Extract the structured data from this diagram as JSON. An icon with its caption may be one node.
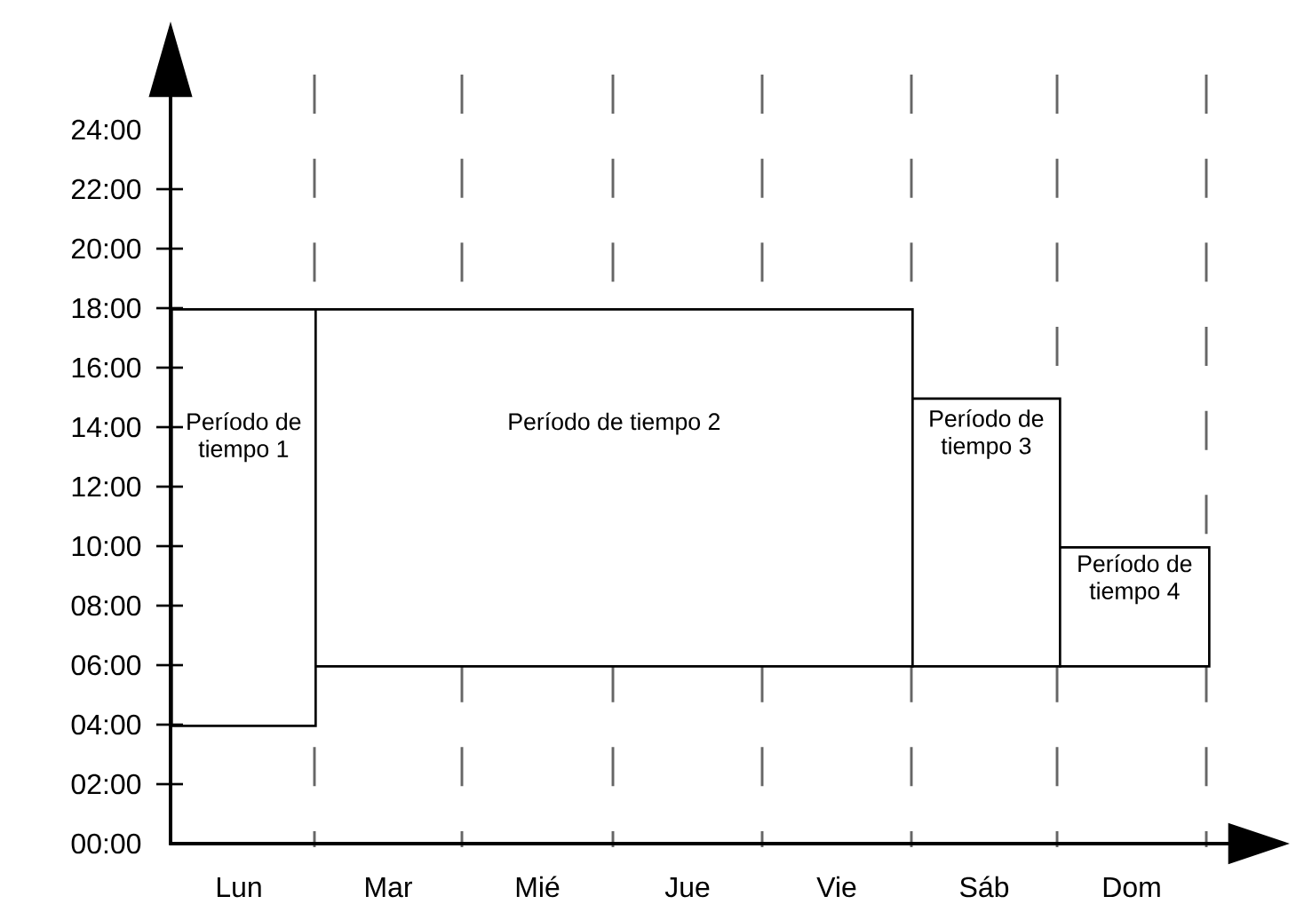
{
  "diagram": {
    "nodes": [
      {
        "text": [
          "Período de tiempo 1"
        ]
      },
      {
        "text": [
          "Período de tiempo 2"
        ]
      },
      {
        "text": [
          "Período de tiempo 3"
        ]
      },
      {
        "text": [
          "Período de tiempo 4"
        ]
      }
    ],
    "labels": [
      "24:00",
      "22:00",
      "20:00",
      "18:00",
      "16:00",
      "14:00",
      "12:00",
      "10:00",
      "08:00",
      "06:00",
      "04:00",
      "02:00",
      "00:00",
      "Lun",
      "Mar",
      "Mié",
      "Jue",
      "Vie",
      "Sáb",
      "Dom"
    ]
  }
}
